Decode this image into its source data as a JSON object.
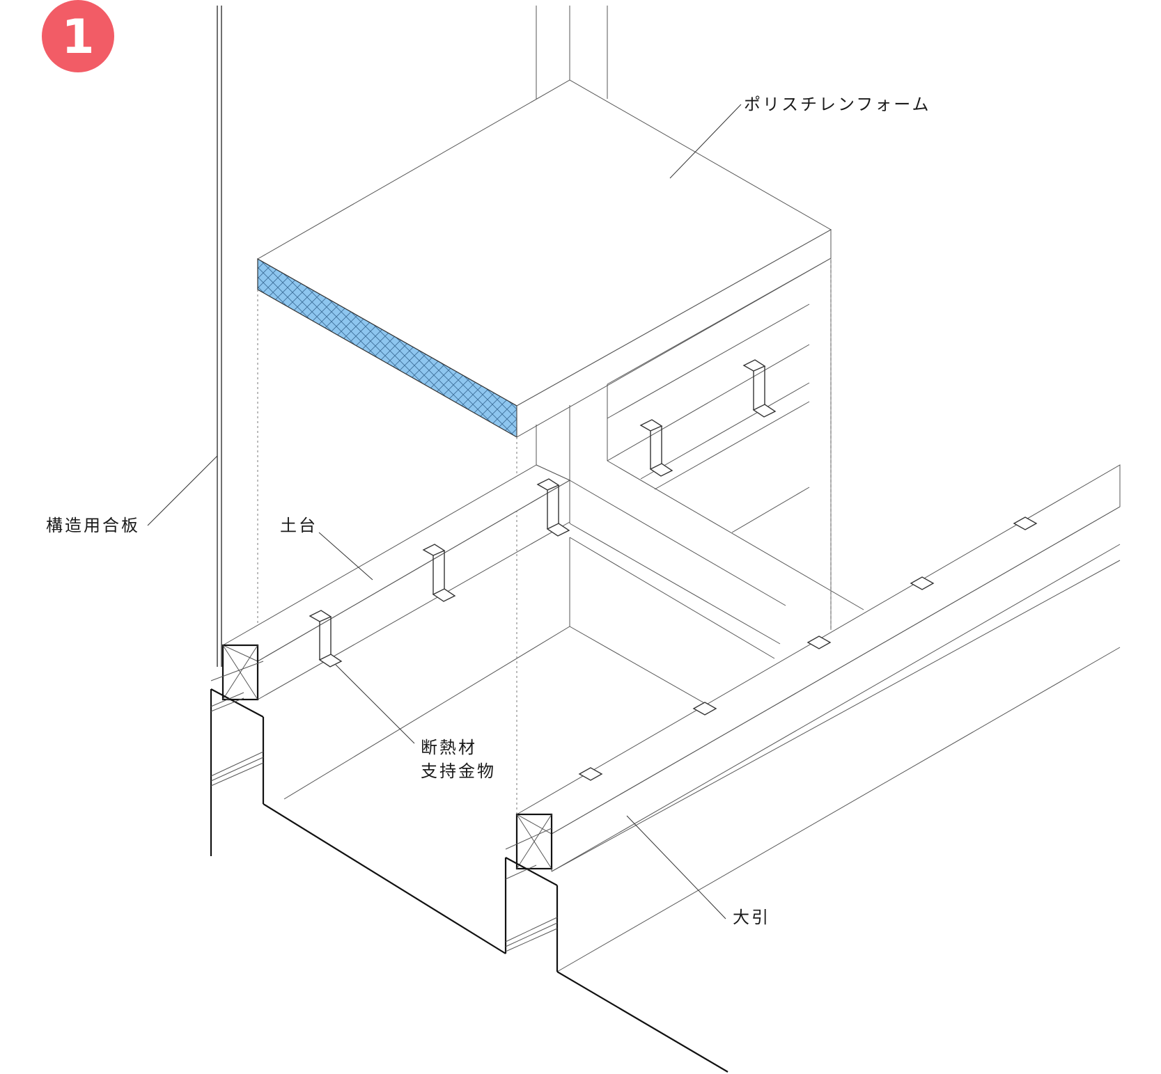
{
  "step": {
    "number": "1",
    "color": "#f25c66"
  },
  "labels": {
    "polystyrene_foam": "ポリスチレンフォーム",
    "structural_plywood": "構造用合板",
    "sill": "土台",
    "insulation_support_line1": "断熱材",
    "insulation_support_line2": "支持金物",
    "floor_beam": "大引"
  },
  "colors": {
    "insulation_section": "#8ec6ef",
    "line": "#333333"
  }
}
